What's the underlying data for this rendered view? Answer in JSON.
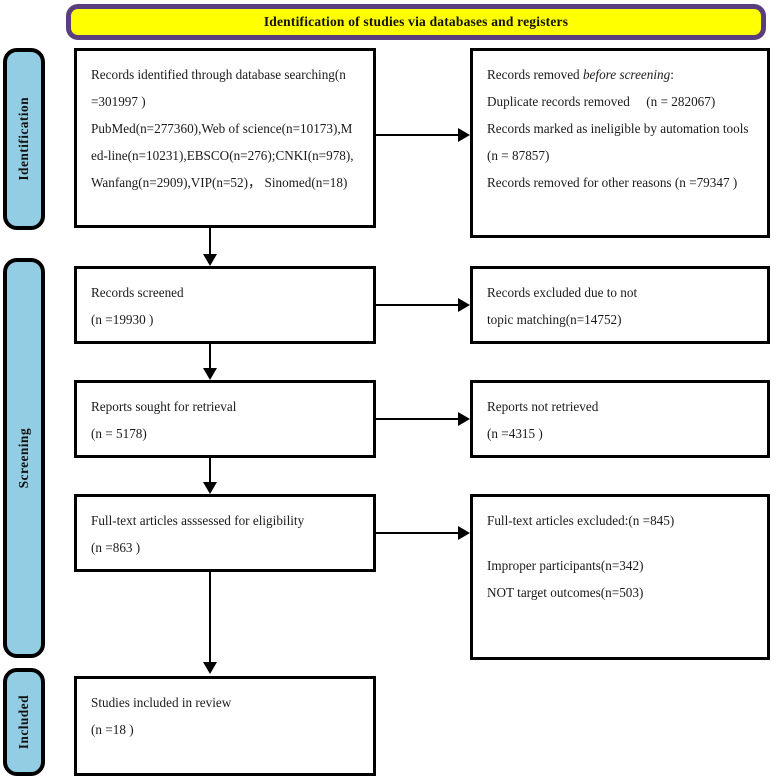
{
  "banner": {
    "title": "Identification of studies via databases and registers",
    "fill_color": "#FFFF00",
    "border_color": "#5B3E7E"
  },
  "stages": {
    "fill_color": "#93CDE3",
    "items": [
      {
        "label": "Identification"
      },
      {
        "label": "Screening"
      },
      {
        "label": "Included"
      }
    ]
  },
  "boxes": {
    "identified": {
      "lines": [
        "Records identified through database searching(n",
        " =301997 )",
        "PubMed(n=277360),Web of science(n=10173),M",
        "ed-line(n=10231),EBSCO(n=276);CNKI(n=978),",
        "Wanfang(n=2909),VIP(n=52)， Sinomed(n=18)"
      ]
    },
    "removed_before_screening": {
      "line1_prefix": "Records removed ",
      "line1_italic": "before screening",
      "line1_suffix": ":",
      "lines": [
        "Duplicate records removed  (n = 282067)",
        "Records marked as ineligible by automation tools",
        "(n = 87857)",
        "Records removed for other reasons (n =79347 )"
      ]
    },
    "screened": {
      "lines": [
        "Records screened",
        "(n =19930 )"
      ]
    },
    "excluded_not_topic": {
      "lines": [
        "Records excluded due to not",
        "topic matching(n=14752)"
      ]
    },
    "sought_retrieval": {
      "lines": [
        "Reports sought for retrieval",
        "(n = 5178)"
      ]
    },
    "not_retrieved": {
      "lines": [
        "Reports not retrieved",
        "(n =4315 )"
      ]
    },
    "fulltext_assessed": {
      "lines": [
        "Full-text articles asssessed for eligibility",
        "(n =863 )"
      ]
    },
    "fulltext_excluded": {
      "lines": [
        "Full-text articles excluded:(n =845)",
        "",
        "Improper participants(n=342)",
        "NOT target outcomes(n=503)"
      ]
    },
    "included_review": {
      "lines": [
        "Studies included in review",
        "(n =18 )"
      ]
    }
  },
  "chart_data": {
    "type": "diagram",
    "diagram_kind": "PRISMA flow diagram",
    "title": "Identification of studies via databases and registers",
    "stages": [
      "Identification",
      "Screening",
      "Included"
    ],
    "nodes": [
      {
        "id": "identified",
        "stage": "Identification",
        "column": "left",
        "label": "Records identified through database searching",
        "n": 301997,
        "sources": [
          {
            "name": "PubMed",
            "n": 277360
          },
          {
            "name": "Web of science",
            "n": 10173
          },
          {
            "name": "Med-line",
            "n": 10231
          },
          {
            "name": "EBSCO",
            "n": 276
          },
          {
            "name": "CNKI",
            "n": 978
          },
          {
            "name": "Wanfang",
            "n": 2909
          },
          {
            "name": "VIP",
            "n": 52
          },
          {
            "name": "Sinomed",
            "n": 18
          }
        ]
      },
      {
        "id": "removed_before_screening",
        "stage": "Identification",
        "column": "right",
        "label": "Records removed before screening",
        "reasons": [
          {
            "name": "Duplicate records removed",
            "n": 282067
          },
          {
            "name": "Records marked as ineligible by automation tools",
            "n": 87857
          },
          {
            "name": "Records removed for other reasons",
            "n": 79347
          }
        ]
      },
      {
        "id": "screened",
        "stage": "Screening",
        "column": "left",
        "label": "Records screened",
        "n": 19930
      },
      {
        "id": "excluded_not_topic",
        "stage": "Screening",
        "column": "right",
        "label": "Records excluded due to not topic matching",
        "n": 14752
      },
      {
        "id": "sought_retrieval",
        "stage": "Screening",
        "column": "left",
        "label": "Reports sought for retrieval",
        "n": 5178
      },
      {
        "id": "not_retrieved",
        "stage": "Screening",
        "column": "right",
        "label": "Reports not retrieved",
        "n": 4315
      },
      {
        "id": "fulltext_assessed",
        "stage": "Screening",
        "column": "left",
        "label": "Full-text articles asssessed for eligibility",
        "n": 863
      },
      {
        "id": "fulltext_excluded",
        "stage": "Screening",
        "column": "right",
        "label": "Full-text articles excluded",
        "n": 845,
        "reasons": [
          {
            "name": "Improper participants",
            "n": 342
          },
          {
            "name": "NOT target outcomes",
            "n": 503
          }
        ]
      },
      {
        "id": "included_review",
        "stage": "Included",
        "column": "left",
        "label": "Studies included in review",
        "n": 18
      }
    ],
    "edges": [
      {
        "from": "identified",
        "to": "removed_before_screening",
        "direction": "right"
      },
      {
        "from": "identified",
        "to": "screened",
        "direction": "down"
      },
      {
        "from": "screened",
        "to": "excluded_not_topic",
        "direction": "right"
      },
      {
        "from": "screened",
        "to": "sought_retrieval",
        "direction": "down"
      },
      {
        "from": "sought_retrieval",
        "to": "not_retrieved",
        "direction": "right"
      },
      {
        "from": "sought_retrieval",
        "to": "fulltext_assessed",
        "direction": "down"
      },
      {
        "from": "fulltext_assessed",
        "to": "fulltext_excluded",
        "direction": "right"
      },
      {
        "from": "fulltext_assessed",
        "to": "included_review",
        "direction": "down"
      }
    ]
  }
}
